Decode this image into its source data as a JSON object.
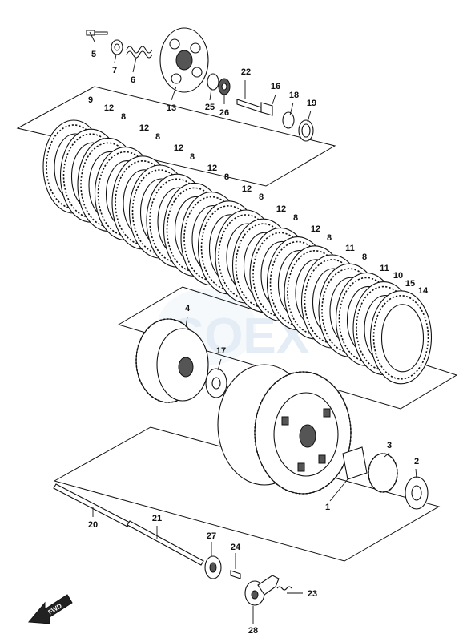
{
  "callouts": {
    "c1": "1",
    "c2": "2",
    "c3": "3",
    "c4": "4",
    "c5": "5",
    "c6": "6",
    "c7": "7",
    "c8": "8",
    "c9": "9",
    "c10": "10",
    "c11": "11",
    "c12": "12",
    "c13": "13",
    "c14": "14",
    "c15": "15",
    "c16": "16",
    "c17": "17",
    "c18": "18",
    "c19": "19",
    "c20": "20",
    "c21": "21",
    "c22": "22",
    "c23": "23",
    "c24": "24",
    "c25": "25",
    "c26": "26",
    "c27": "27",
    "c28": "28"
  },
  "fwd": {
    "label": "FWD"
  },
  "colors": {
    "ink": "#111111",
    "watermark": "#dbe8f3",
    "background": "#ffffff"
  },
  "icons": {
    "fwd_arrow": "fwd-arrow-icon",
    "watermark": "brand-watermark"
  }
}
